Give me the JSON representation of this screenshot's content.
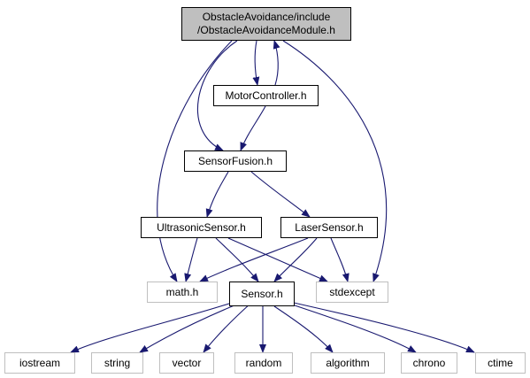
{
  "graph": {
    "edge_color": "#191970",
    "main_node_fill": "#bfbfbf",
    "local_node_border": "#000000",
    "system_node_border": "#bfbfbf",
    "nodes": {
      "obstacle_avoidance_module": {
        "line1": "ObstacleAvoidance/include",
        "line2": "/ObstacleAvoidanceModule.h"
      },
      "motor_controller": {
        "label": "MotorController.h"
      },
      "sensor_fusion": {
        "label": "SensorFusion.h"
      },
      "ultrasonic_sensor": {
        "label": "UltrasonicSensor.h"
      },
      "laser_sensor": {
        "label": "LaserSensor.h"
      },
      "math_h": {
        "label": "math.h"
      },
      "sensor_h": {
        "label": "Sensor.h"
      },
      "stdexcept": {
        "label": "stdexcept"
      },
      "iostream": {
        "label": "iostream"
      },
      "string": {
        "label": "string"
      },
      "vector": {
        "label": "vector"
      },
      "random": {
        "label": "random"
      },
      "algorithm": {
        "label": "algorithm"
      },
      "chrono": {
        "label": "chrono"
      },
      "ctime": {
        "label": "ctime"
      }
    }
  }
}
